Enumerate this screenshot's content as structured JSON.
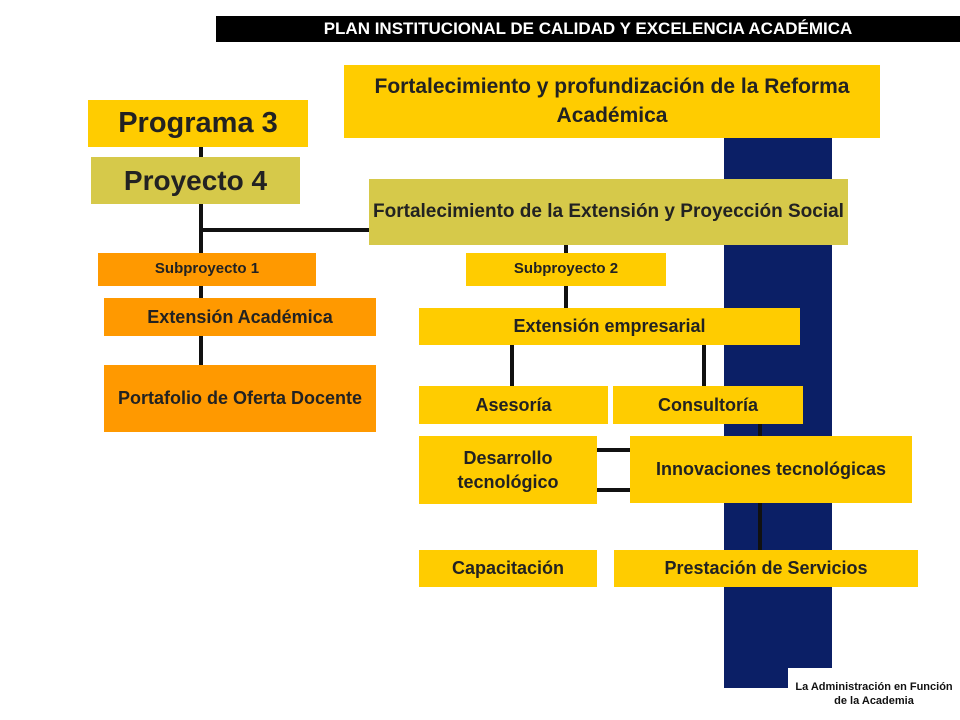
{
  "header": {
    "title": "PLAN INSTITUCIONAL DE CALIDAD Y EXCELENCIA ACADÉMICA"
  },
  "top_box": {
    "label": "Fortalecimiento y profundización de la Reforma Académica"
  },
  "programa": {
    "label": "Programa 3"
  },
  "proyecto": {
    "label": "Proyecto 4"
  },
  "proyecto_title": {
    "label": "Fortalecimiento de la Extensión y Proyección Social"
  },
  "subproyecto1": {
    "label": "Subproyecto 1",
    "name": "Extensión Académica",
    "item": "Portafolio de Oferta Docente"
  },
  "subproyecto2": {
    "label": "Subproyecto 2",
    "name": "Extensión empresarial",
    "items": [
      "Asesoría",
      "Consultoría",
      "Desarrollo tecnológico",
      "Innovaciones tecnológicas",
      "Capacitación",
      "Prestación de Servicios"
    ]
  },
  "footer": {
    "note": "La Administración en Función de la Academia"
  },
  "colors": {
    "yellow": "#ffcc00",
    "khaki": "#d6c94a",
    "orange": "#ff9900",
    "navy": "#0b1f66"
  }
}
